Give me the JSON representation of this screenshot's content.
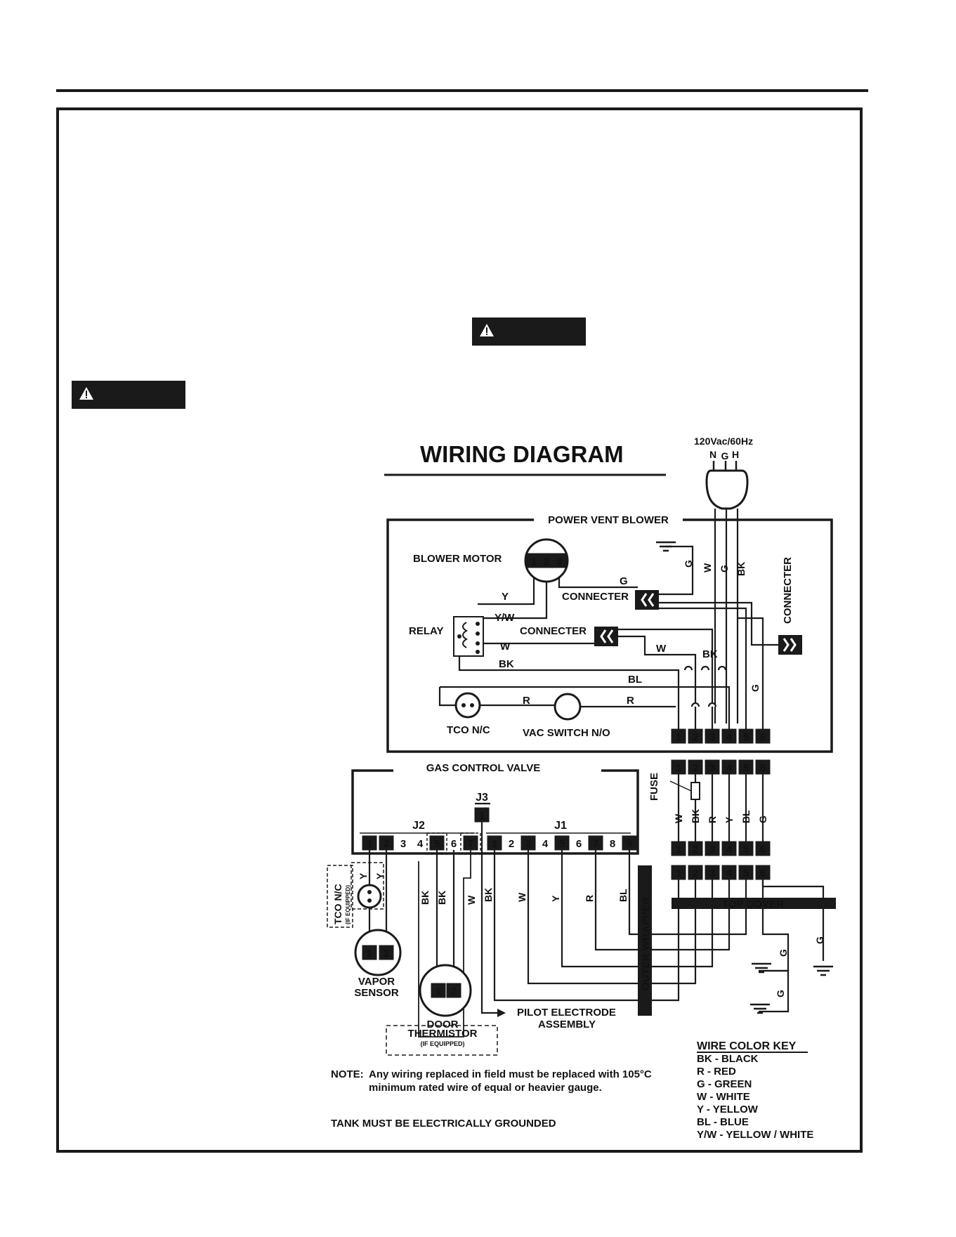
{
  "diagram": {
    "title": "WIRING DIAGRAM",
    "power": {
      "label": "120Vac/60Hz",
      "pins": [
        "N",
        "G",
        "H"
      ]
    },
    "sections": {
      "power_vent_blower": "POWER VENT BLOWER",
      "gas_control_valve": "GAS CONTROL VALVE",
      "top_cover": "TOP COVER",
      "outer_wrapper": "OUTER WRAPPER"
    },
    "components": {
      "blower_motor": "BLOWER MOTOR",
      "relay": "RELAY",
      "connecter": "CONNECTER",
      "tco_nc": "TCO N/C",
      "vac_switch": "VAC SWITCH N/O",
      "fuse": "FUSE",
      "tco_nc_side": "TCO N/C",
      "if_equipped": "(IF EQUIPPED)",
      "vapor_sensor": [
        "VAPOR",
        "SENSOR"
      ],
      "door_thermistor": [
        "DOOR",
        "THERMISTOR"
      ],
      "pilot_electrode": [
        "PILOT ELECTRODE",
        "ASSEMBLY"
      ]
    },
    "terminal_groups": {
      "j1": "J1",
      "j2": "J2",
      "j3": "J3"
    },
    "terminals": {
      "motor": [
        "1",
        "2",
        "3"
      ],
      "strip": [
        "1",
        "2",
        "3",
        "4",
        "5",
        "6"
      ],
      "j2": [
        "1",
        "2",
        "3",
        "4",
        "5",
        "6",
        "7"
      ],
      "j1": [
        "1",
        "2",
        "3",
        "4",
        "5",
        "6",
        "7",
        "8",
        "9"
      ],
      "j3": [
        "1"
      ],
      "sensor": [
        "1",
        "2"
      ]
    },
    "wire_labels": {
      "g": "G",
      "w": "W",
      "bk": "BK",
      "y": "Y",
      "yw": "Y/W",
      "bl": "BL",
      "r": "R",
      "strip_row": [
        "W",
        "BK",
        "R",
        "Y",
        "BL",
        "G"
      ],
      "j2_wires": [
        "BK",
        "BK",
        "W"
      ],
      "j1_wires": [
        "BK",
        "W",
        "Y",
        "R",
        "BL"
      ]
    },
    "note": {
      "lead": "NOTE:",
      "line1": "Any wiring replaced in field must be replaced with 105°C",
      "line2": "minimum rated wire of equal or heavier gauge."
    },
    "ground_note": "TANK MUST BE ELECTRICALLY GROUNDED",
    "color_key": {
      "title": "WIRE COLOR KEY",
      "items": [
        "BK - BLACK",
        "R - RED",
        "G - GREEN",
        "W - WHITE",
        "Y - YELLOW",
        "BL - BLUE",
        "Y/W - YELLOW / WHITE"
      ]
    }
  }
}
